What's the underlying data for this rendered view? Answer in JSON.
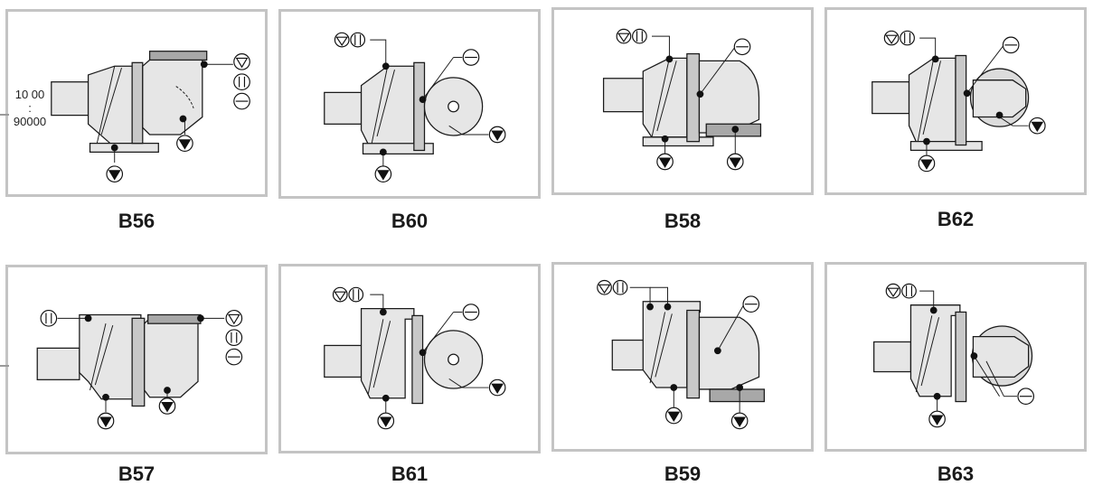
{
  "panels": [
    {
      "label": "B56"
    },
    {
      "label": "B60"
    },
    {
      "label": "B58"
    },
    {
      "label": "B62"
    },
    {
      "label": "B57"
    },
    {
      "label": "B61"
    },
    {
      "label": "B59"
    },
    {
      "label": "B63"
    }
  ],
  "ratio": {
    "top": "10 00",
    "dots": ":",
    "bottom": "90000"
  },
  "colors": {
    "border": "#c4c4c4",
    "line": "#1a1a1a",
    "fill": "#e4e4e4",
    "shade": "#a8a8a8"
  },
  "icons": [
    "fill-plug-icon",
    "level-plug-icon",
    "drain-plug-icon",
    "breather-icon"
  ]
}
